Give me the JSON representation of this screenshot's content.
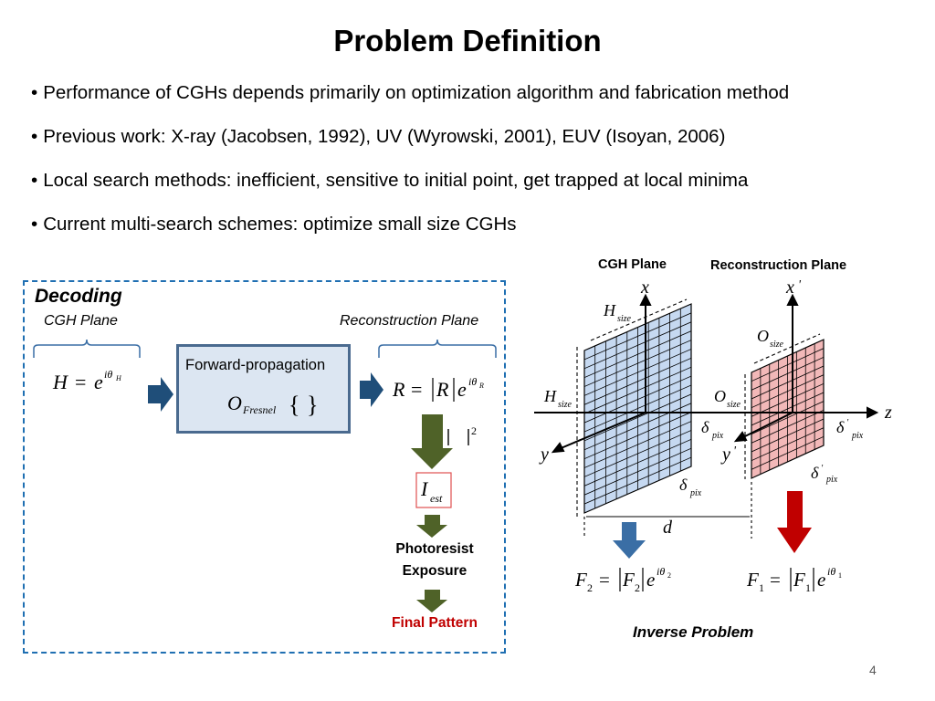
{
  "slide": {
    "title": "Problem Definition",
    "page_number": "4"
  },
  "bullets": [
    "Performance of CGHs depends primarily on optimization algorithm and fabrication method",
    "Previous work: X-ray (Jacobsen, 1992), UV (Wyrowski, 2001), EUV (Isoyan, 2006)",
    "Local search methods: inefficient, sensitive to initial point, get trapped at local minima",
    "Current multi-search schemes: optimize small size CGHs"
  ],
  "decoding": {
    "heading": "Decoding",
    "cgh_plane_label": "CGH Plane",
    "reconstruction_plane_label": "Reconstruction Plane",
    "forward_label": "Forward-propagation",
    "photoresist_line1": "Photoresist",
    "photoresist_line2": "Exposure",
    "final_pattern": "Final Pattern",
    "colors": {
      "box_border": "#1f6fb2",
      "arrow_blue": "#1f4e79",
      "arrow_green": "#4f6228",
      "final_red": "#c00000"
    }
  },
  "inverse": {
    "cgh_plane_title": "CGH Plane",
    "reconstruction_plane_title": "Reconstruction Plane",
    "caption": "Inverse Problem",
    "colors": {
      "cgh_fill": "#c6d9f1",
      "rec_fill": "#f2b8b8",
      "arrow_blue": "#3a6ea5",
      "arrow_red": "#c00000"
    }
  }
}
